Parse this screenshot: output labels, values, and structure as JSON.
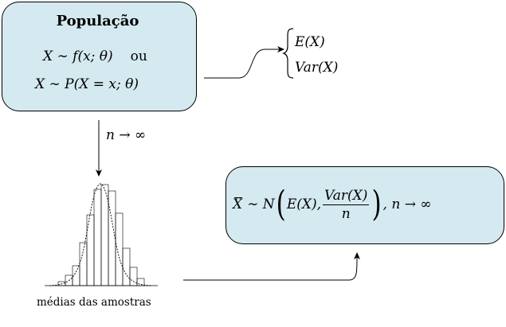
{
  "population": {
    "title": "População",
    "line1_expr": "X ∼ f(x; θ)",
    "line1_or": "ou",
    "line2_expr": "X ∼ P(X = x; θ)"
  },
  "moments": {
    "items": [
      "E(X)",
      "Var(X)"
    ]
  },
  "limit_label": "n → ∞",
  "histogram": {
    "caption": "médias das amostras"
  },
  "result": {
    "lhs": "X",
    "sim": "∼ N",
    "mean": "E(X),",
    "var_num": "Var(X)",
    "var_den": "n",
    "tail": ", n → ∞"
  }
}
